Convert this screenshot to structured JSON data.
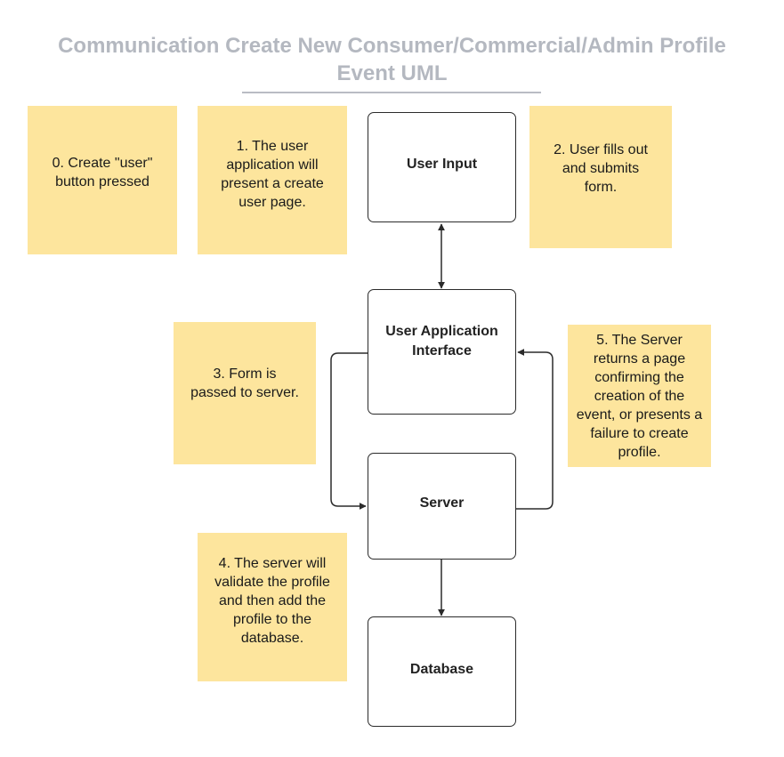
{
  "title": {
    "line1": "Communication Create New Consumer/Commercial/Admin Profile",
    "line2": "Event UML"
  },
  "notes": {
    "n0": "0. Create \"user\" button pressed",
    "n1": "1. The user application will present a create user page.",
    "n2": "2. User fills out and submits form.",
    "n3": "3. Form is passed to server.",
    "n4": "4. The server will validate the profile and then add the profile to the database.",
    "n5": "5. The Server returns a page confirming the creation of the event, or presents a failure to create profile."
  },
  "nodes": {
    "user_input": "User Input",
    "user_app": "User Application Interface",
    "server": "Server",
    "database": "Database"
  },
  "colors": {
    "sticky": "#fde59d",
    "title": "#b4b8c0",
    "stroke": "#2b2b2b"
  }
}
